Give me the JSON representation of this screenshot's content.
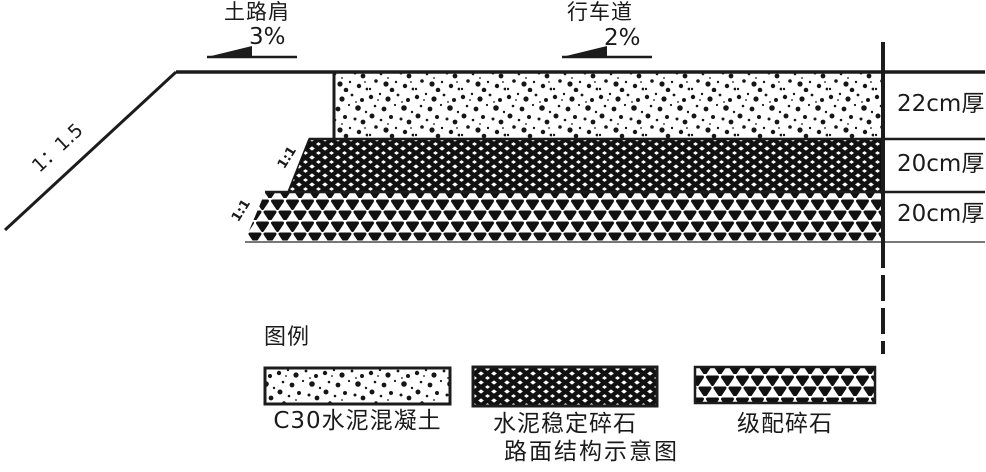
{
  "title": "路面结构示意图",
  "annotations": {
    "shoulder": {
      "label": "土路肩",
      "slope": "3%"
    },
    "lane": {
      "label": "行车道",
      "slope": "2%"
    },
    "embankment_slope_ratio": "1：1.5",
    "layer_edge_slope_ratios": [
      "1:1",
      "1:1"
    ]
  },
  "layers": [
    {
      "material": "C30水泥混凝土",
      "thickness": "22cm厚",
      "pattern": "concrete-speckle"
    },
    {
      "material": "水泥稳定碎石",
      "thickness": "20cm厚",
      "pattern": "crosshatch"
    },
    {
      "material": "级配碎石",
      "thickness": "20cm厚",
      "pattern": "triangle-aggregate"
    }
  ],
  "legend": {
    "heading": "图例",
    "items": [
      {
        "label": "C30水泥混凝土",
        "pattern": "concrete-speckle"
      },
      {
        "label": "水泥稳定碎石",
        "pattern": "crosshatch"
      },
      {
        "label": "级配碎石",
        "pattern": "triangle-aggregate"
      }
    ]
  },
  "colors": {
    "ink": "#1c1c1c",
    "background": "#ffffff",
    "baseline_gray": "#787878"
  }
}
